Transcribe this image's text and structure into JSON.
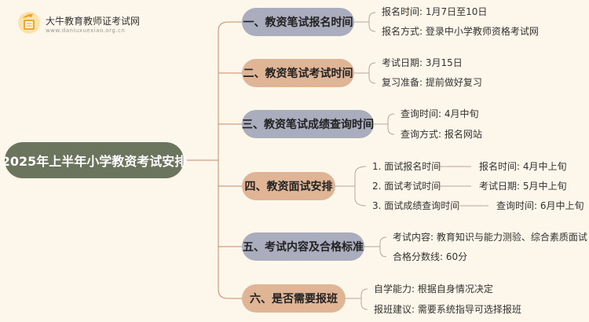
{
  "header": {
    "site_name": "大牛教育教师证考试网",
    "site_url": "www.daniuxuexiao.org.cn"
  },
  "root": {
    "title": "2025年上半年小学教资考试安排"
  },
  "branches": [
    {
      "title": "一、教资笔试报名时间",
      "leaves": [
        "报名时间: 1月7日至10日",
        "报名方式: 登录中小学教师资格考试网"
      ]
    },
    {
      "title": "二、教资笔试考试时间",
      "leaves": [
        "考试日期: 3月15日",
        "复习准备: 提前做好复习"
      ]
    },
    {
      "title": "三、教资笔试成绩查询时间",
      "leaves": [
        "查询时间: 4月中旬",
        "查询方式: 报名网站"
      ]
    },
    {
      "title": "四、教资面试安排",
      "items": [
        {
          "label": "1. 面试报名时间",
          "detail": "报名时间: 4月中上旬"
        },
        {
          "label": "2. 面试考试时间",
          "detail": "考试日期: 5月中上旬"
        },
        {
          "label": "3. 面试成绩查询时间",
          "detail": "查询时间: 6月中上旬"
        }
      ]
    },
    {
      "title": "五、考试内容及合格标准",
      "leaves": [
        "考试内容: 教育知识与能力测验、综合素质面试",
        "合格分数线: 60分"
      ]
    },
    {
      "title": "六、是否需要报班",
      "leaves": [
        "自学能力: 根据自身情况决定",
        "报班建议: 需要系统指导可选择报班"
      ]
    }
  ]
}
